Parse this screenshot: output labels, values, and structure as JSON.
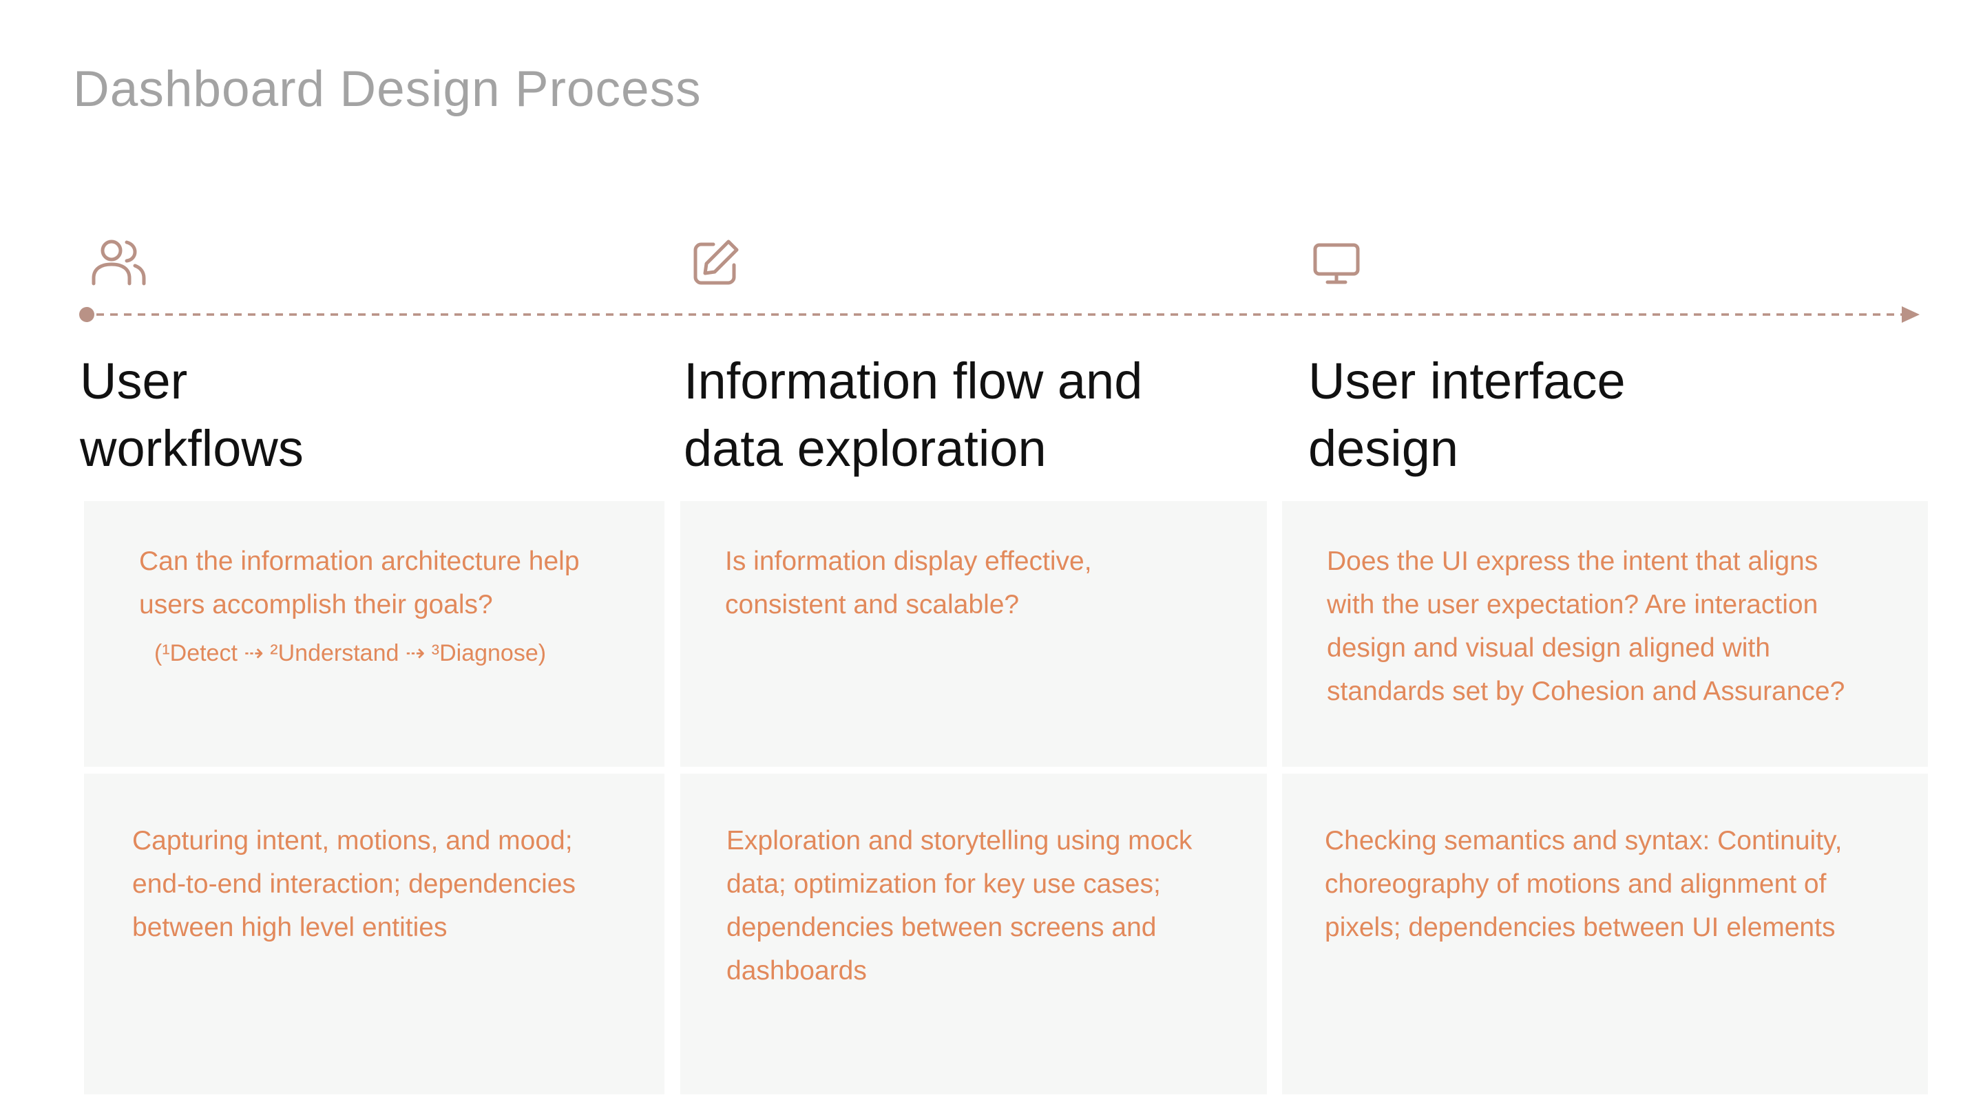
{
  "title": "Dashboard Design Process",
  "colors": {
    "accent": "#e2895b",
    "icon": "#b99286",
    "timeline": "#b99286",
    "card_bg": "#f6f7f6",
    "title": "#a3a3a3",
    "heading": "#111111"
  },
  "stages": [
    {
      "icon": "users-icon",
      "title": "User\nworkflows",
      "question": "Can the information architecture help\nusers accomplish their goals?",
      "flow_note": "(¹Detect ⇢ ²Understand ⇢ ³Diagnose)",
      "details": "Capturing intent, motions, and mood;\nend-to-end interaction; dependencies\nbetween high level entities"
    },
    {
      "icon": "edit-icon",
      "title": "Information flow and\ndata exploration",
      "question": "Is information display effective,\nconsistent and scalable?",
      "details": "Exploration and storytelling using mock\ndata; optimization for key use cases;\ndependencies between screens and\ndashboards"
    },
    {
      "icon": "monitor-icon",
      "title": "User interface\ndesign",
      "question": "Does the UI express the intent that aligns\nwith the user expectation? Are interaction\ndesign and visual design aligned with\nstandards set by Cohesion and Assurance?",
      "details": "Checking semantics and syntax: Continuity,\nchoreography of motions and alignment of\npixels; dependencies between UI elements"
    }
  ]
}
